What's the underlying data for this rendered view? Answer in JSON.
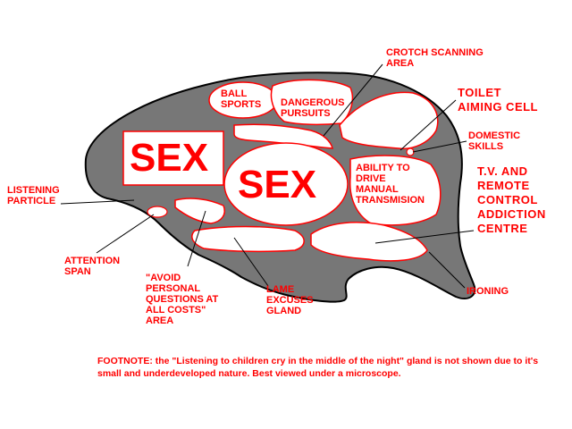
{
  "colors": {
    "brain": "#777777",
    "outline": "#000000",
    "accent": "#ff0000",
    "region_fill": "#ffffff"
  },
  "regions": {
    "ball_sports": "BALL\nSPORTS",
    "dangerous_pursuits": "DANGEROUS\nPURSUITS",
    "sex_left": "SEX",
    "sex_center": "SEX",
    "ability_to_drive": "ABILITY TO\nDRIVE\nMANUAL\nTRANSMISION"
  },
  "callouts": {
    "crotch_scanning": "CROTCH SCANNING\nAREA",
    "toilet_aiming": "TOILET\nAIMING CELL",
    "domestic_skills": "DOMESTIC\nSKILLS",
    "tv_remote": "T.V. AND\nREMOTE\nCONTROL\nADDICTION\nCENTRE",
    "listening_particle": "LISTENING\nPARTICLE",
    "attention_span": "ATTENTION\nSPAN",
    "avoid_questions": "\"AVOID\nPERSONAL\nQUESTIONS AT\nALL COSTS\"\nAREA",
    "lame_excuses": "LAME\nEXCUSES\nGLAND",
    "ironing": "IRONING"
  },
  "footnote": "FOOTNOTE: the \"Listening to children cry in the middle of the night\" gland is not shown due to it's small and underdeveloped nature.  Best viewed under a microscope."
}
